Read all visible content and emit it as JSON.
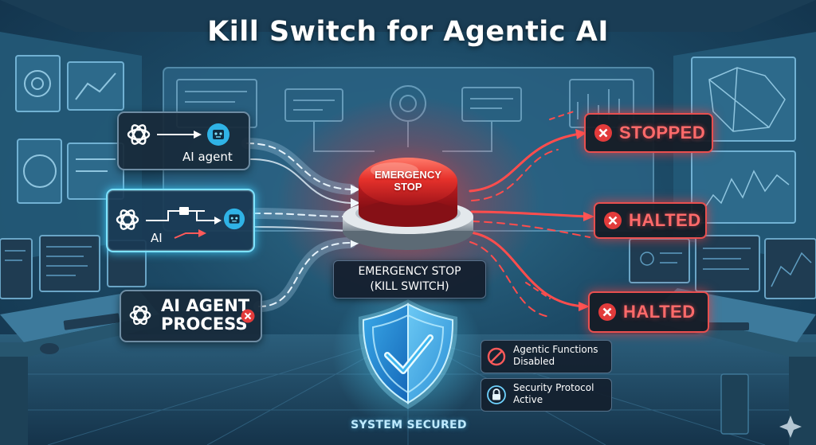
{
  "title": "Kill Switch for Agentic AI",
  "inputs": [
    {
      "label": "AI agent"
    },
    {
      "label": "AI"
    },
    {
      "label_line1": "AI AGENT",
      "label_line2": "PROCESS"
    }
  ],
  "emergency_button": {
    "line1": "EMERGENCY",
    "line2": "STOP"
  },
  "kill_switch_label": {
    "line1": "EMERGENCY STOP",
    "line2": "(KILL SWITCH)"
  },
  "outputs": [
    {
      "status": "STOPPED"
    },
    {
      "status": "HALTED"
    },
    {
      "status": "HALTED"
    }
  ],
  "info_items": [
    {
      "line1": "Agentic Functions",
      "line2": "Disabled",
      "icon": "prohibited-icon"
    },
    {
      "line1": "Security Protocol",
      "line2": "Active",
      "icon": "lock-icon"
    }
  ],
  "shield_caption": "SYSTEM SECURED",
  "colors": {
    "alert_red": "#e84f4f",
    "accent_cyan": "#5fd0ff",
    "background": "#1c4a66"
  }
}
